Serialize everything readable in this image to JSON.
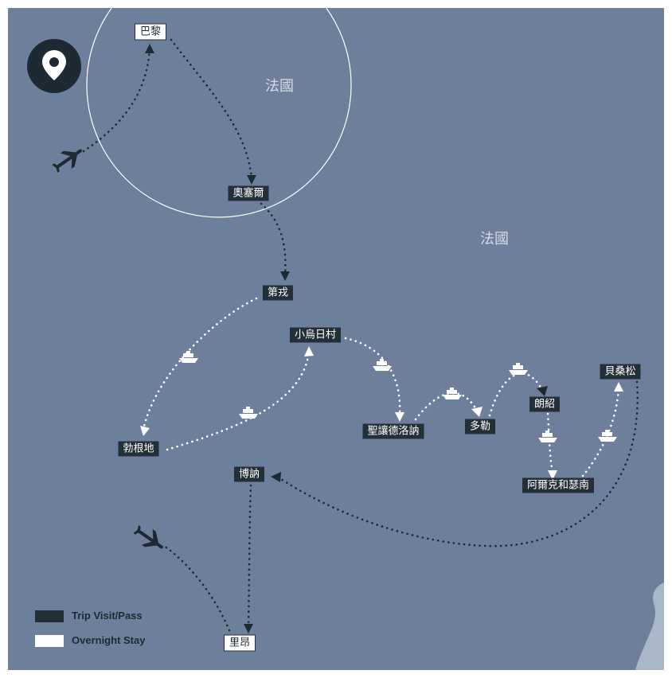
{
  "regions": [
    "法國",
    "法國"
  ],
  "stops": {
    "paris": "巴黎",
    "auxerre": "奧塞爾",
    "dijon": "第戎",
    "petit_village": "小烏日村",
    "burgundy": "勃根地",
    "st_germain": "聖讓德洛訥",
    "dole": "多勒",
    "ranchot": "朗紹",
    "arc_senans": "阿爾克和瑟南",
    "besancon": "貝桑松",
    "beaune": "博訥",
    "lyon": "里昂"
  },
  "legend": {
    "visit": "Trip Visit/Pass",
    "overnight": "Overnight Stay"
  },
  "icons": [
    "map-pin-icon",
    "plane-icon",
    "boat-icon"
  ],
  "colors": {
    "map_background": "#6e7f9c",
    "visit_label": "#243038",
    "overnight_label": "#ffffff",
    "water": "#a9b8c9"
  }
}
